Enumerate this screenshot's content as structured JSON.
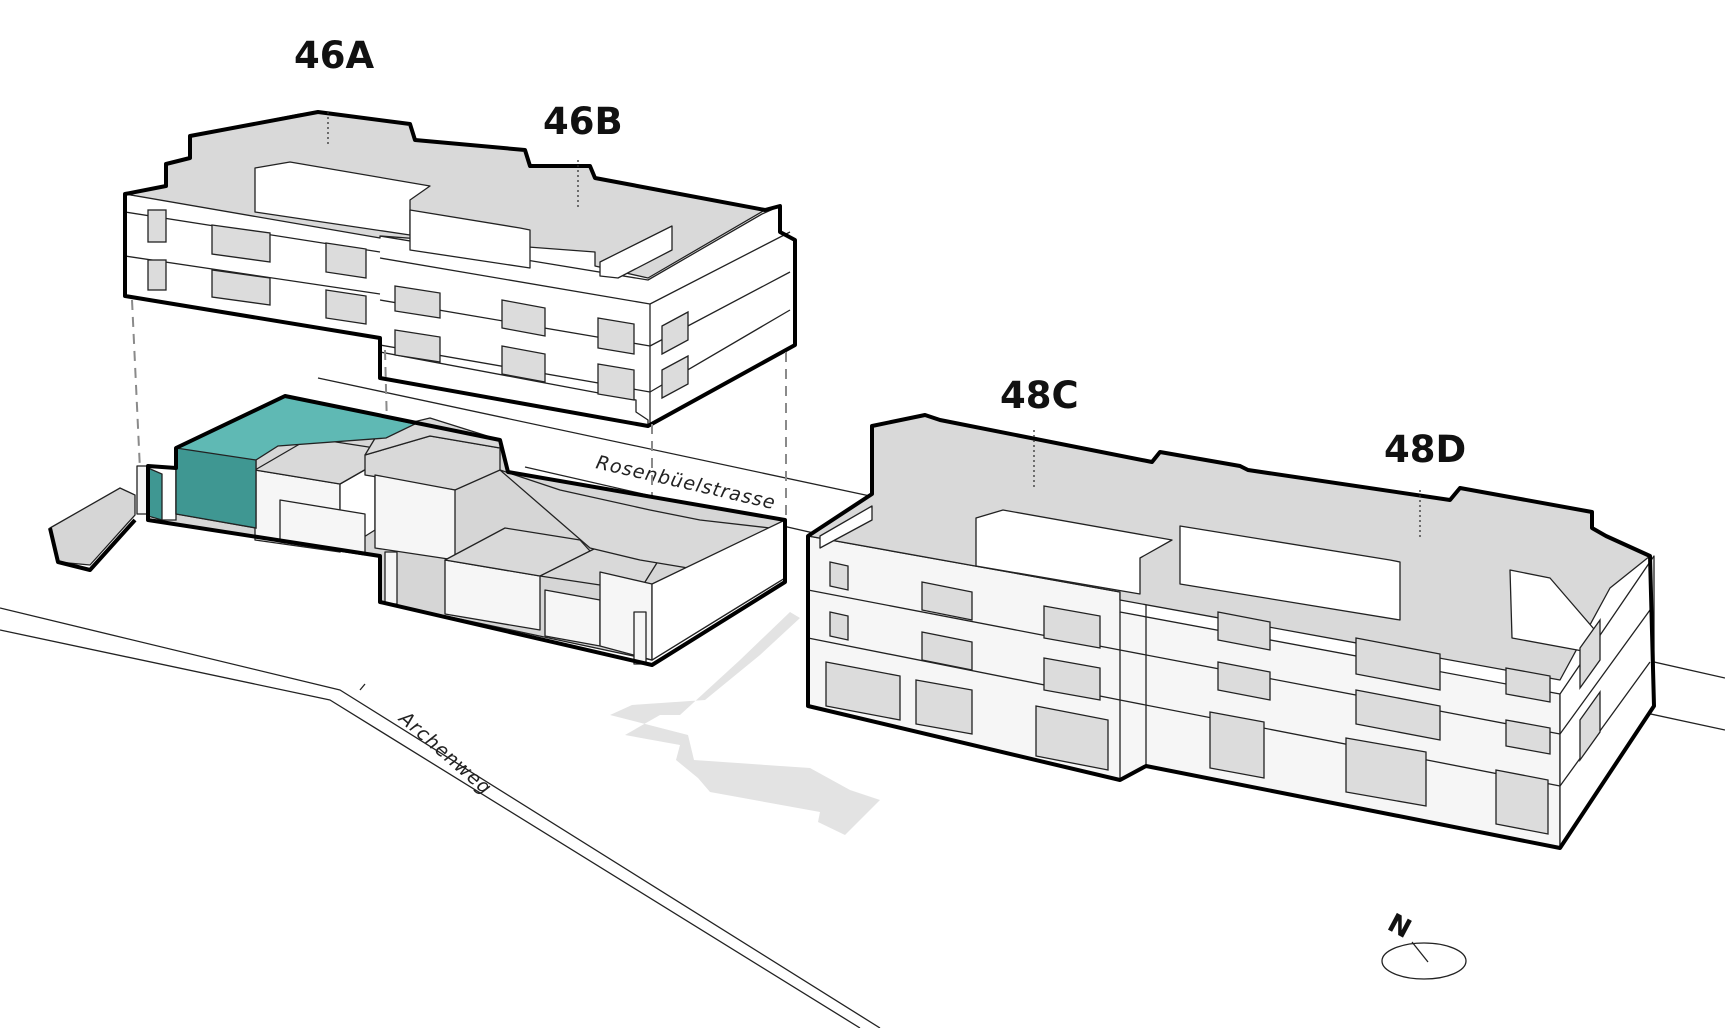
{
  "labels": {
    "building_46a": "46A",
    "building_46b": "46B",
    "building_48c": "48C",
    "building_48d": "48D"
  },
  "streets": {
    "rosenbuelstrasse": "Rosenbüelstrasse",
    "archenweg": "Archenweg"
  },
  "north_arrow": {
    "label": "N",
    "icon": "north-arrow-icon"
  },
  "colors": {
    "highlight": "#5fb9b4",
    "highlight_dark": "#3f9792",
    "roof": "#d9d9d9",
    "facade": "#f6f6f6",
    "path_shadow": "#e3e3e3"
  }
}
